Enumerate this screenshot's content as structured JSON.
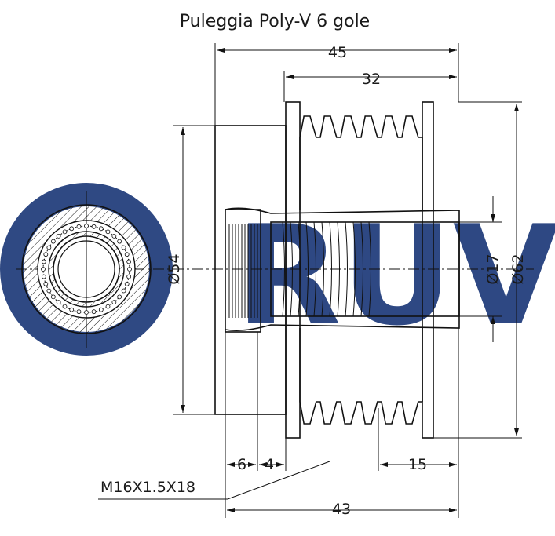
{
  "title": "Puleggia Poly-V 6 gole",
  "dimensions": {
    "overall_length": "45",
    "groove_width": "32",
    "diameter_54": "Ø54",
    "diameter_17": "Ø17",
    "diameter_62": "Ø62",
    "offset_6": "6",
    "offset_4": "4",
    "offset_15": "15",
    "thread": "M16X1.5X18",
    "length_43": "43"
  },
  "watermark": "RUVILLE",
  "colors": {
    "watermark": "#1f3b7a",
    "line": "#111111"
  }
}
